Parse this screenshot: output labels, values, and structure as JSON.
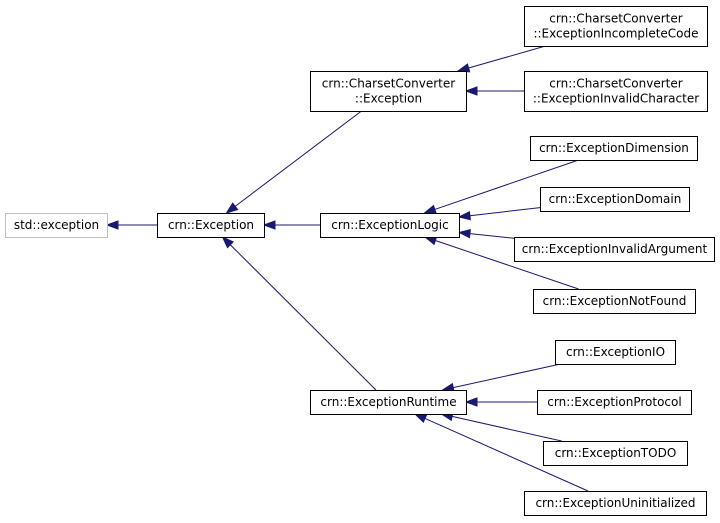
{
  "diagram": {
    "nodes": {
      "std_exception": {
        "lines": [
          "std::exception"
        ]
      },
      "exception": {
        "lines": [
          "crn::Exception"
        ]
      },
      "cc_exception": {
        "lines": [
          "crn::CharsetConverter",
          "::Exception"
        ]
      },
      "cc_incomplete": {
        "lines": [
          "crn::CharsetConverter",
          "::ExceptionIncompleteCode"
        ]
      },
      "cc_invalid": {
        "lines": [
          "crn::CharsetConverter",
          "::ExceptionInvalidCharacter"
        ]
      },
      "logic": {
        "lines": [
          "crn::ExceptionLogic"
        ]
      },
      "dimension": {
        "lines": [
          "crn::ExceptionDimension"
        ]
      },
      "domain": {
        "lines": [
          "crn::ExceptionDomain"
        ]
      },
      "invalid_arg": {
        "lines": [
          "crn::ExceptionInvalidArgument"
        ]
      },
      "not_found": {
        "lines": [
          "crn::ExceptionNotFound"
        ]
      },
      "runtime": {
        "lines": [
          "crn::ExceptionRuntime"
        ]
      },
      "io": {
        "lines": [
          "crn::ExceptionIO"
        ]
      },
      "protocol": {
        "lines": [
          "crn::ExceptionProtocol"
        ]
      },
      "todo": {
        "lines": [
          "crn::ExceptionTODO"
        ]
      },
      "uninitialized": {
        "lines": [
          "crn::ExceptionUninitialized"
        ]
      }
    },
    "edges": [
      {
        "base": "std_exception",
        "derived": "exception"
      },
      {
        "base": "exception",
        "derived": "cc_exception"
      },
      {
        "base": "exception",
        "derived": "logic"
      },
      {
        "base": "exception",
        "derived": "runtime"
      },
      {
        "base": "cc_exception",
        "derived": "cc_incomplete"
      },
      {
        "base": "cc_exception",
        "derived": "cc_invalid"
      },
      {
        "base": "logic",
        "derived": "dimension"
      },
      {
        "base": "logic",
        "derived": "domain"
      },
      {
        "base": "logic",
        "derived": "invalid_arg"
      },
      {
        "base": "logic",
        "derived": "not_found"
      },
      {
        "base": "runtime",
        "derived": "io"
      },
      {
        "base": "runtime",
        "derived": "protocol"
      },
      {
        "base": "runtime",
        "derived": "todo"
      },
      {
        "base": "runtime",
        "derived": "uninitialized"
      }
    ],
    "colors": {
      "edge": "#191970",
      "box_border": "#000000",
      "external_box_border": "#bfbfbf"
    }
  }
}
